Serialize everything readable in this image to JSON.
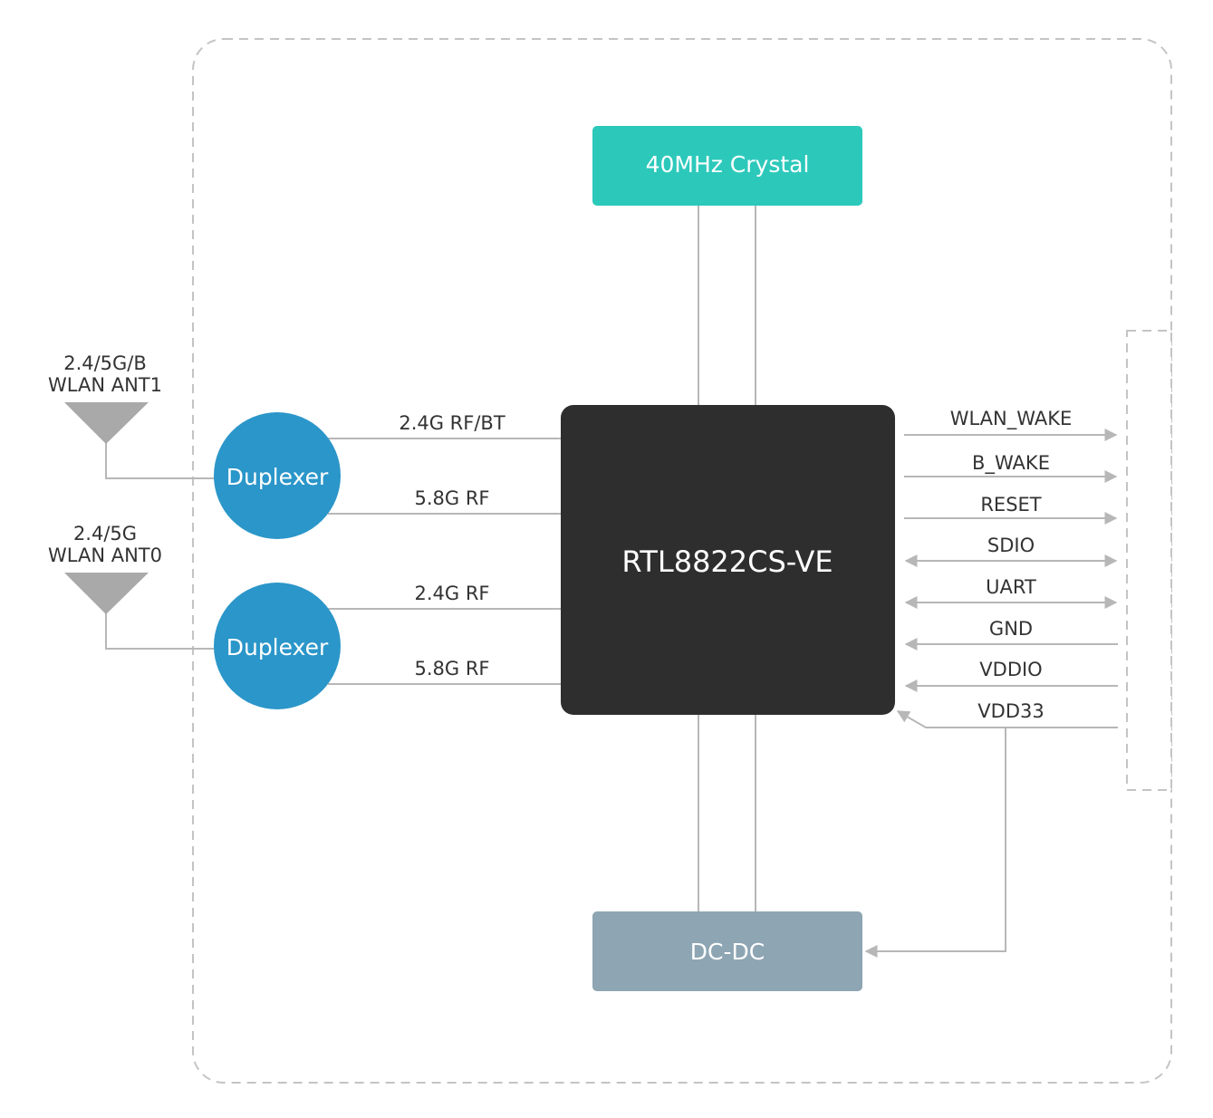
{
  "blocks": {
    "crystal": {
      "label": "40MHz Crystal",
      "color": "#2cc9bb"
    },
    "chip": {
      "label": "RTL8822CS-VE",
      "color": "#2e2e2e"
    },
    "dcdc": {
      "label": "DC-DC",
      "color": "#8ea5b3"
    },
    "duplexer_top": {
      "label": "Duplexer",
      "color": "#2b96c9"
    },
    "duplexer_bottom": {
      "label": "Duplexer",
      "color": "#2b96c9"
    }
  },
  "antennas": [
    {
      "line1": "2.4/5G/B",
      "line2": "WLAN ANT1"
    },
    {
      "line1": "2.4/5G",
      "line2": "WLAN ANT0"
    }
  ],
  "rf_links": [
    {
      "label": "2.4G RF/BT"
    },
    {
      "label": "5.8G RF"
    },
    {
      "label": "2.4G RF"
    },
    {
      "label": "5.8G RF"
    }
  ],
  "signals": [
    {
      "label": "WLAN_WAKE",
      "direction": "out"
    },
    {
      "label": "B_WAKE",
      "direction": "out"
    },
    {
      "label": "RESET",
      "direction": "out"
    },
    {
      "label": "SDIO",
      "direction": "both"
    },
    {
      "label": "UART",
      "direction": "both"
    },
    {
      "label": "GND",
      "direction": "in"
    },
    {
      "label": "VDDIO",
      "direction": "in"
    },
    {
      "label": "VDD33",
      "direction": "in"
    }
  ],
  "colors": {
    "wire": "#b7b7b7",
    "dashed_border": "#c4c4c4",
    "antenna": "#a9a9a9"
  }
}
